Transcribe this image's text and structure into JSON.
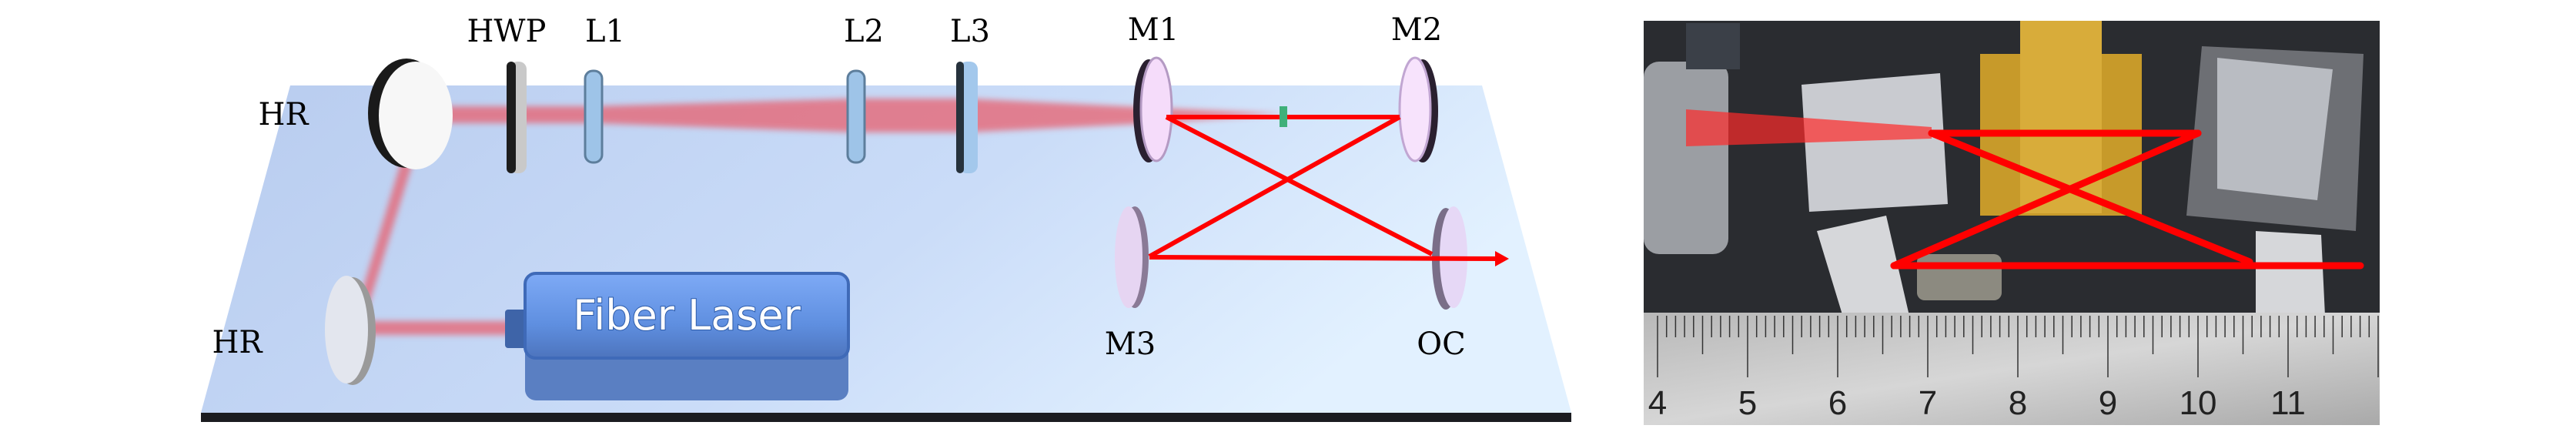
{
  "schematic": {
    "labels": {
      "hr_top": "HR",
      "hr_bottom": "HR",
      "hwp": "HWP",
      "l1": "L1",
      "l2": "L2",
      "l3": "L3",
      "m1": "M1",
      "m2": "M2",
      "m3": "M3",
      "oc": "OC"
    },
    "laser_label": "Fiber Laser",
    "colors": {
      "beam": "#ff0000",
      "pump": "#e8606e",
      "table": "#c6d8f4",
      "crystal": "#3fb07a",
      "laser_box": "#6f9ef0"
    }
  },
  "photo": {
    "ruler_numbers": [
      "4",
      "5",
      "6",
      "7",
      "8",
      "9",
      "10",
      "11"
    ]
  }
}
